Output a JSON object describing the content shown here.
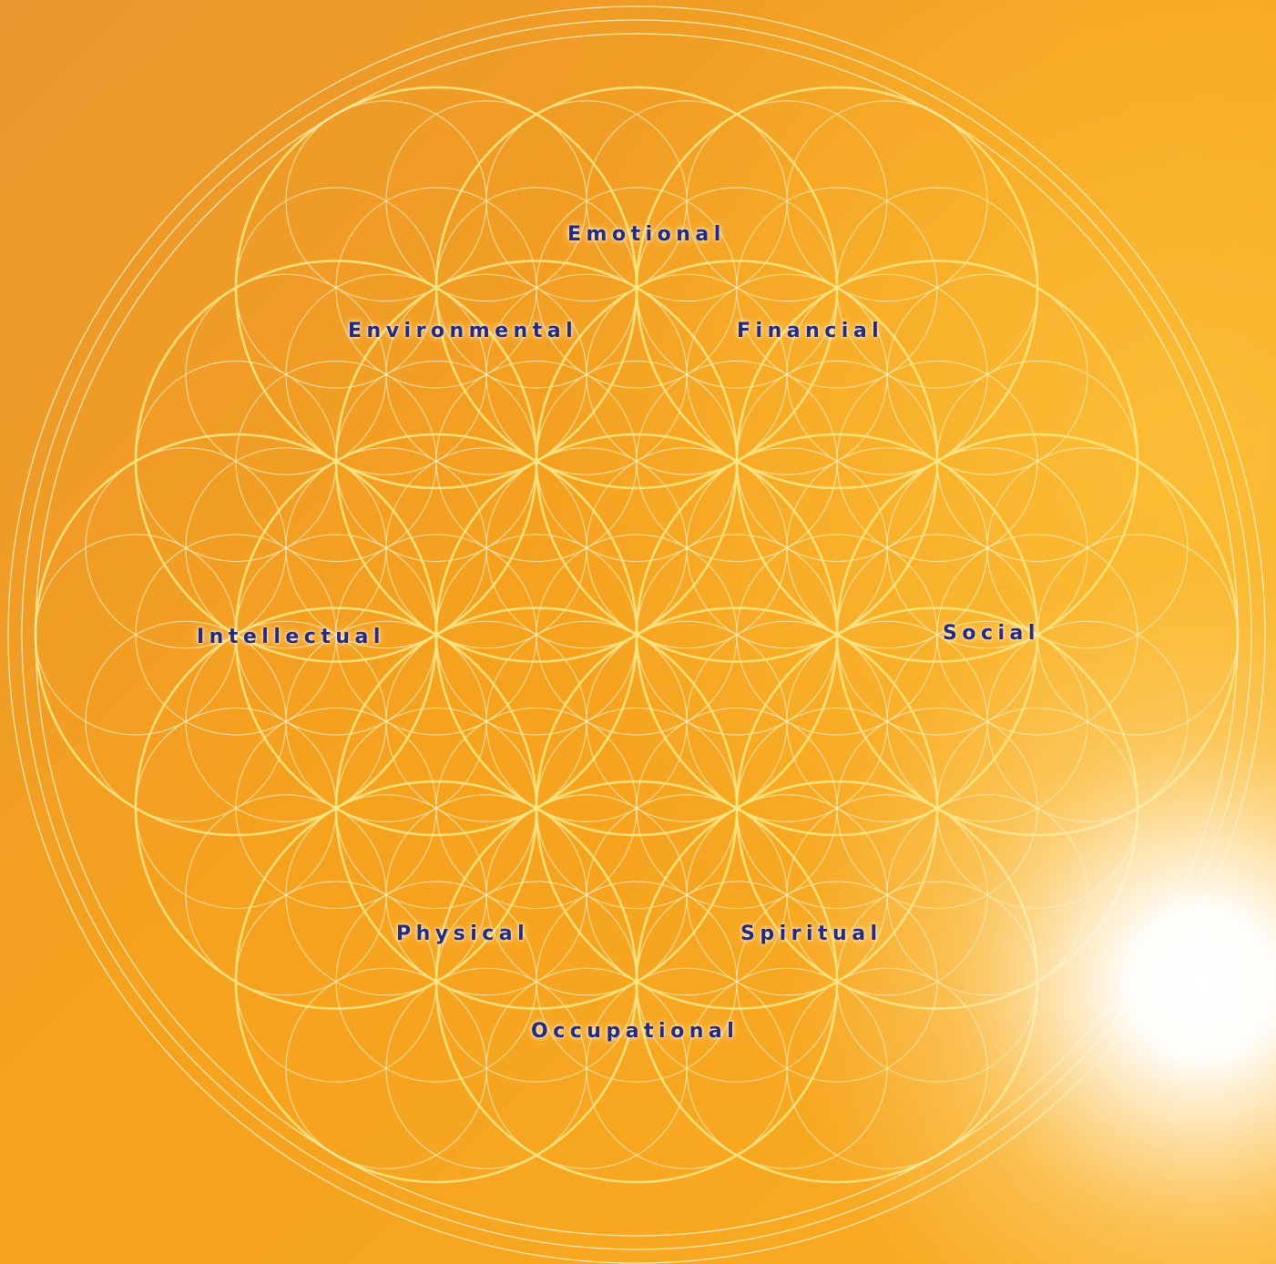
{
  "colors": {
    "background_top_left": "#ec9a2a",
    "background_bottom": "#f7a51c",
    "background_right": "#fbb532",
    "line_main": "#ffe680",
    "line_thin": "#fff3c8",
    "label_text": "#272a7a",
    "glow": "#ffffff"
  },
  "icons": {
    "pattern": "flower-of-life-icon",
    "sun": "sun-glow-icon"
  },
  "labels": {
    "emotional": "Emotional",
    "environmental": "Environmental",
    "financial": "Financial",
    "intellectual": "Intellectual",
    "social": "Social",
    "physical": "Physical",
    "spiritual": "Spiritual",
    "occupational": "Occupational"
  }
}
